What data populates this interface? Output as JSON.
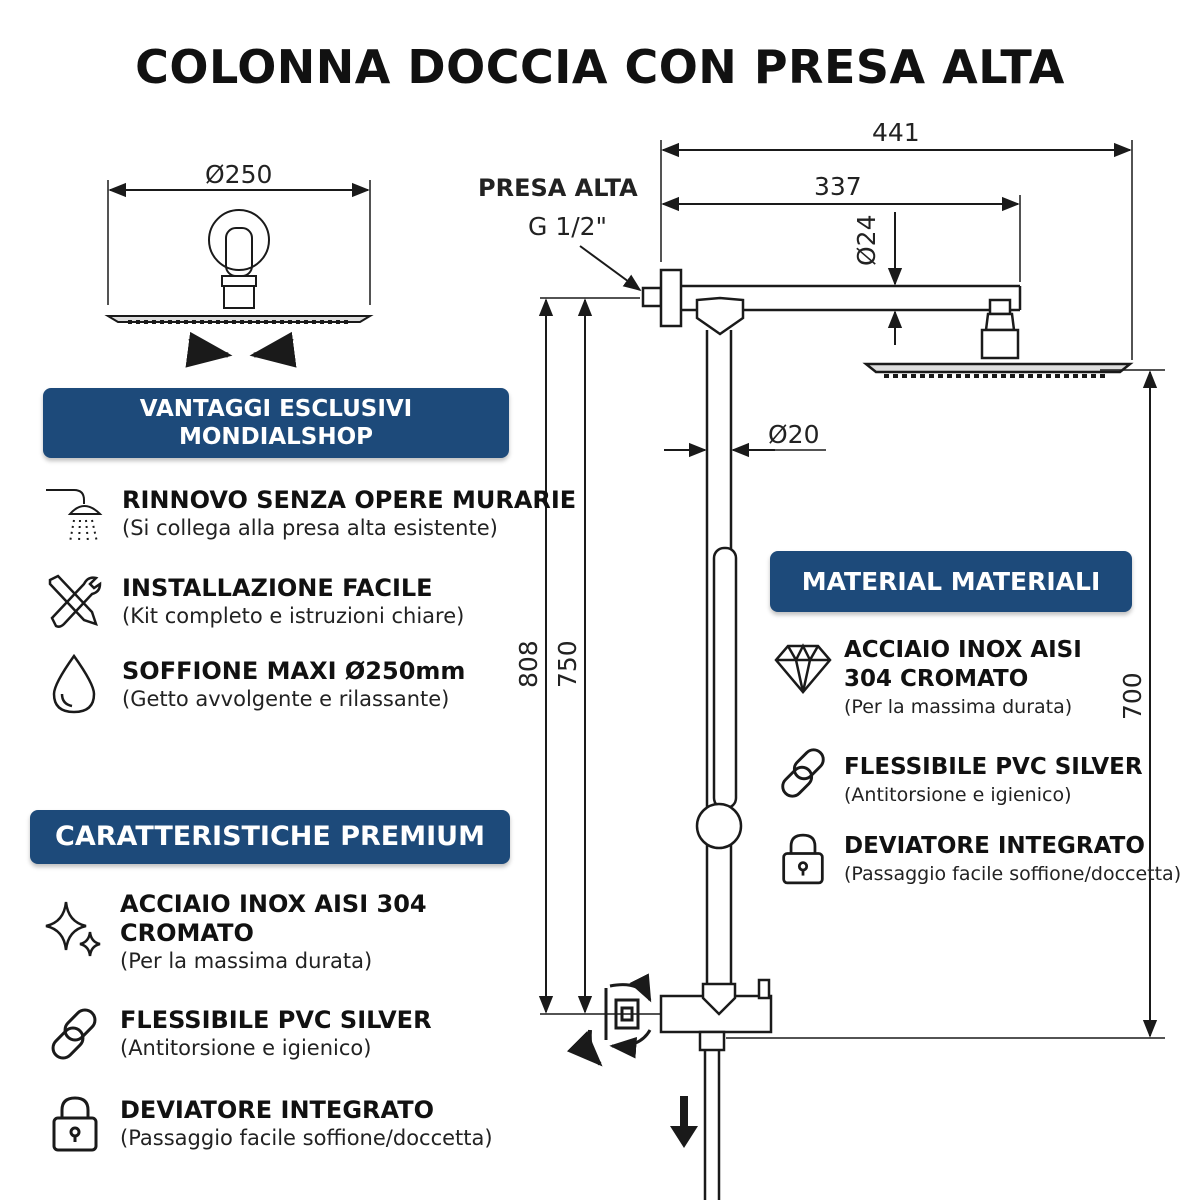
{
  "title": "COLONNA DOCCIA CON PRESA ALTA",
  "dimensions": {
    "head_diameter": "Ø250",
    "arm_total": "441",
    "arm_length": "337",
    "arm_diameter": "Ø24",
    "bar_diameter": "Ø20",
    "height_total": "808",
    "height_bar": "750",
    "height_head": "700",
    "inlet_label": "PRESA ALTA",
    "inlet_thread": "G 1/2\""
  },
  "banner_vantaggi": {
    "line1": "VANTAGGI ESCLUSIVI",
    "line2": "MONDIALSHOP"
  },
  "vantaggi": [
    {
      "title": "RINNOVO SENZA OPERE MURARIE",
      "subtitle": "(Si collega alla presa alta esistente)",
      "icon": "shower-head-icon"
    },
    {
      "title": "INSTALLAZIONE FACILE",
      "subtitle": "(Kit completo e istruzioni chiare)",
      "icon": "tools-icon"
    },
    {
      "title": "SOFFIONE MAXI Ø250mm",
      "subtitle": "(Getto avvolgente e rilassante)",
      "icon": "water-drop-icon"
    }
  ],
  "banner_caratteristiche": "CARATTERISTICHE PREMIUM",
  "caratteristiche": [
    {
      "title_line1": "ACCIAIO INOX AISI 304",
      "title_line2": "CROMATO",
      "subtitle": "(Per la massima durata)",
      "icon": "sparkle-icon"
    },
    {
      "title": "FLESSIBILE PVC SILVER",
      "subtitle": "(Antitorsione e igienico)",
      "icon": "chain-link-icon"
    },
    {
      "title": "DEVIATORE INTEGRATO",
      "subtitle": "(Passaggio facile soffione/doccetta)",
      "icon": "padlock-icon"
    }
  ],
  "banner_materiali": "MATERIAL MATERIALI",
  "materiali": [
    {
      "title_line1": "ACCIAIO INOX AISI",
      "title_line2": "304 CROMATO",
      "subtitle": "(Per la massima durata)",
      "icon": "diamond-icon"
    },
    {
      "title": "FLESSIBILE PVC SILVER",
      "subtitle": "(Antitorsione e igienico)",
      "icon": "chain-link-icon"
    },
    {
      "title": "DEVIATORE INTEGRATO",
      "subtitle": "(Passaggio facile soffione/doccetta)",
      "icon": "padlock-icon"
    }
  ],
  "colors": {
    "banner": "#1d4a7a",
    "line": "#1a1a1a"
  }
}
